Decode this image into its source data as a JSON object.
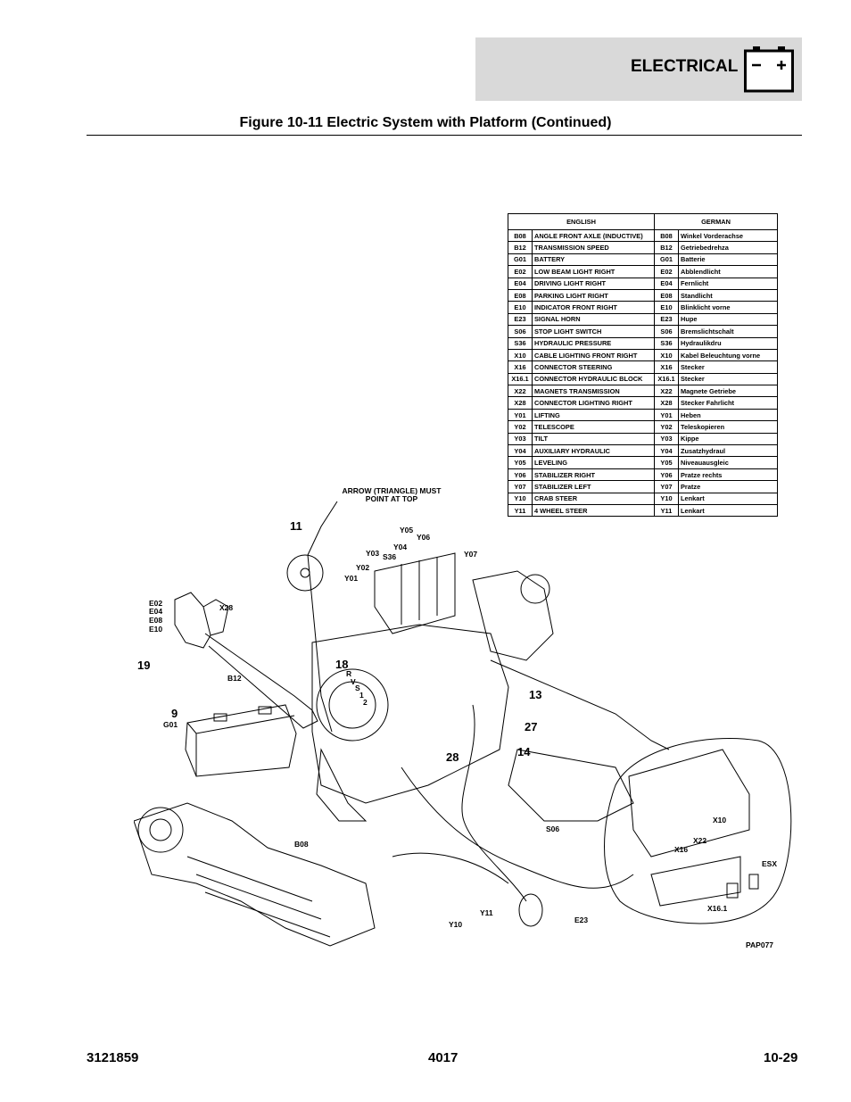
{
  "header": {
    "section_title": "ELECTRICAL",
    "battery_icon": "battery-icon"
  },
  "figure_title": "Figure 10-11 Electric System with Platform (Continued)",
  "legend": {
    "col_english": "ENGLISH",
    "col_german": "GERMAN",
    "rows": [
      {
        "code": "B08",
        "en": "ANGLE FRONT AXLE (INDUCTIVE)",
        "de": "Winkel Vorderachse"
      },
      {
        "code": "B12",
        "en": "TRANSMISSION SPEED",
        "de": "Getriebedrehza"
      },
      {
        "code": "G01",
        "en": "BATTERY",
        "de": "Batterie"
      },
      {
        "code": "E02",
        "en": "LOW BEAM LIGHT RIGHT",
        "de": "Abblendlicht"
      },
      {
        "code": "E04",
        "en": "DRIVING LIGHT RIGHT",
        "de": "Fernlicht"
      },
      {
        "code": "E08",
        "en": "PARKING LIGHT RIGHT",
        "de": "Standlicht"
      },
      {
        "code": "E10",
        "en": "INDICATOR FRONT RIGHT",
        "de": "Blinklicht vorne"
      },
      {
        "code": "E23",
        "en": "SIGNAL HORN",
        "de": "Hupe"
      },
      {
        "code": "S06",
        "en": "STOP LIGHT SWITCH",
        "de": "Bremslichtschalt"
      },
      {
        "code": "S36",
        "en": "HYDRAULIC PRESSURE",
        "de": "Hydraulikdru"
      },
      {
        "code": "X10",
        "en": "CABLE LIGHTING  FRONT RIGHT",
        "de": "Kabel Beleuchtung vorne"
      },
      {
        "code": "X16",
        "en": "CONNECTOR STEERING",
        "de": "Stecker"
      },
      {
        "code": "X16.1",
        "en": "CONNECTOR HYDRAULIC BLOCK",
        "de": "Stecker"
      },
      {
        "code": "X22",
        "en": "MAGNETS TRANSMISSION",
        "de": "Magnete Getriebe"
      },
      {
        "code": "X28",
        "en": "CONNECTOR LIGHTING RIGHT",
        "de": "Stecker Fahrlicht"
      },
      {
        "code": "Y01",
        "en": "LIFTING",
        "de": "Heben"
      },
      {
        "code": "Y02",
        "en": "TELESCOPE",
        "de": "Teleskopieren"
      },
      {
        "code": "Y03",
        "en": "TILT",
        "de": "Kippe"
      },
      {
        "code": "Y04",
        "en": "AUXILIARY HYDRAULIC",
        "de": "Zusatzhydraul"
      },
      {
        "code": "Y05",
        "en": "LEVELING",
        "de": "Niveauausgleic"
      },
      {
        "code": "Y06",
        "en": "STABILIZER RIGHT",
        "de": "Pratze rechts"
      },
      {
        "code": "Y07",
        "en": "STABILIZER LEFT",
        "de": "Pratze"
      },
      {
        "code": "Y10",
        "en": "CRAB STEER",
        "de": "Lenkart"
      },
      {
        "code": "Y11",
        "en": "4 WHEEL STEER",
        "de": "Lenkart"
      }
    ]
  },
  "diagram": {
    "note_line1": "ARROW (TRIANGLE) MUST",
    "note_line2": "POINT AT TOP",
    "callouts": {
      "c11": "11",
      "c19": "19",
      "c18": "18",
      "c9": "9",
      "c13": "13",
      "c27": "27",
      "c28": "28",
      "c14": "14"
    },
    "labels": {
      "y05": "Y05",
      "y06": "Y06",
      "y04": "Y04",
      "y03": "Y03",
      "s36": "S36",
      "y07": "Y07",
      "y02": "Y02",
      "y01": "Y01",
      "e02": "E02",
      "e04": "E04",
      "e08": "E08",
      "e10": "E10",
      "x28": "X28",
      "b12": "B12",
      "g01": "G01",
      "r": "R",
      "v": "V",
      "s": "S",
      "one": "1",
      "two": "2",
      "s06": "S06",
      "b08": "B08",
      "x10": "X10",
      "x22": "X22",
      "x16": "X16",
      "esx": "ESX",
      "x161": "X16.1",
      "y10": "Y10",
      "y11": "Y11",
      "e23": "E23",
      "pap": "PAP077"
    }
  },
  "footer": {
    "left": "3121859",
    "center": "4017",
    "right": "10-29"
  }
}
